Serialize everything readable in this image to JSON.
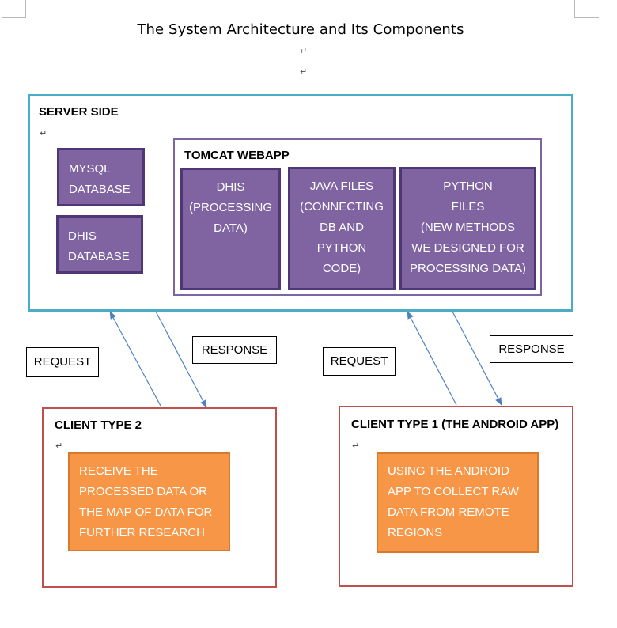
{
  "title": "The System Architecture and Its Components",
  "server": {
    "label": "SERVER SIDE",
    "mysql": [
      "MYSQL",
      "DATABASE"
    ],
    "dhis_db": [
      "DHIS",
      "DATABASE"
    ],
    "tomcat": {
      "label": "TOMCAT WEBAPP",
      "dhis": [
        "DHIS",
        "(PROCESSING",
        "DATA)"
      ],
      "java": [
        "JAVA FILES",
        "(CONNECTING",
        "DB AND",
        "PYTHON",
        "CODE)"
      ],
      "python": [
        "PYTHON",
        "FILES",
        "(NEW METHODS",
        "WE DESIGNED FOR",
        "PROCESSING DATA)"
      ]
    }
  },
  "labels": {
    "request_left": "REQUEST",
    "response_left": "RESPONSE",
    "request_right": "REQUEST",
    "response_right": "RESPONSE"
  },
  "client2": {
    "label": "CLIENT TYPE 2",
    "text": [
      "RECEIVE THE",
      "PROCESSED DATA OR",
      "THE MAP OF DATA FOR",
      "FURTHER RESEARCH"
    ]
  },
  "client1": {
    "label": "CLIENT TYPE 1 (THE ANDROID APP)",
    "text": [
      "USING THE ANDROID",
      "APP TO COLLECT RAW",
      "DATA FROM REMOTE",
      "REGIONS"
    ]
  },
  "colors": {
    "server_border": "#4aacc5",
    "component_fill": "#8064a2",
    "client_border": "#c0504d",
    "client_fill": "#f79646",
    "arrow": "#4f81bd"
  }
}
